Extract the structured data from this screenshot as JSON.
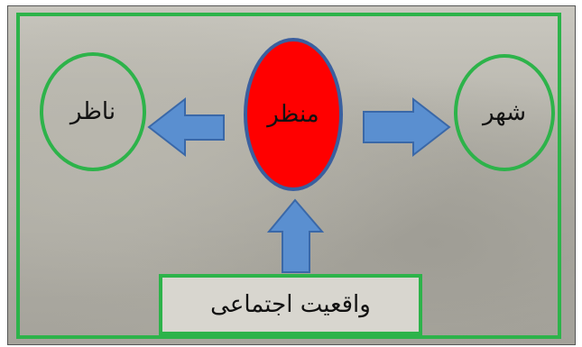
{
  "nodes": {
    "left": "ناظر",
    "center": "منظر",
    "right": "شهر",
    "bottom": "واقعیت اجتماعی"
  },
  "colors": {
    "frame": "#2db34a",
    "center_fill": "#ff0000",
    "center_border": "#3a5f9f",
    "arrow_fill": "#5a8fd0",
    "arrow_stroke": "#3a68a8"
  }
}
